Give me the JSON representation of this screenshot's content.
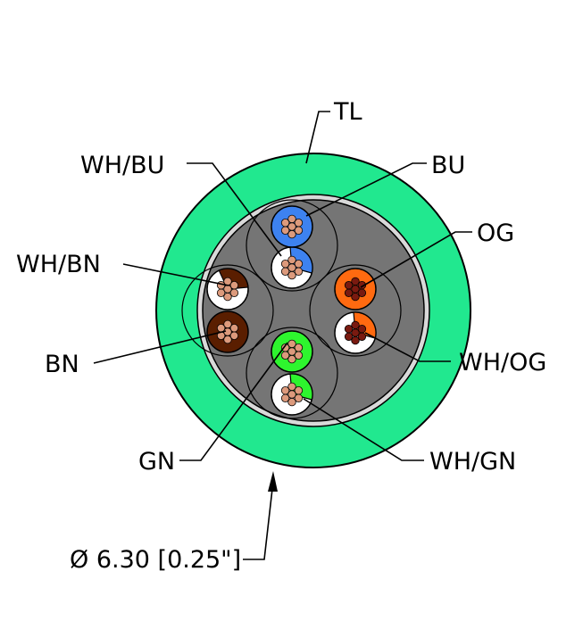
{
  "cable": {
    "jacket_label": "TL",
    "diameter_label": "Ø 6.30 [0.25\"]",
    "colors": {
      "jacket": "#21e88f",
      "core_fill": "#757575",
      "shield": "#d9d9d9",
      "copper": "#dc9a7c",
      "copper_dark": "#7a1a10",
      "white": "#ffffff",
      "blue": "#3d82f0",
      "orange": "#ff6a10",
      "brown": "#5a1e00",
      "green": "#2ef52e"
    },
    "conductors": [
      {
        "label": "WH/BU",
        "insulation": "white",
        "stripe": "blue"
      },
      {
        "label": "BU",
        "insulation": "blue",
        "stripe": ""
      },
      {
        "label": "OG",
        "insulation": "orange",
        "stripe": ""
      },
      {
        "label": "WH/BN",
        "insulation": "white",
        "stripe": "brown"
      },
      {
        "label": "BN",
        "insulation": "brown",
        "stripe": ""
      },
      {
        "label": "WH/OG",
        "insulation": "white",
        "stripe": "orange"
      },
      {
        "label": "GN",
        "insulation": "green",
        "stripe": ""
      },
      {
        "label": "WH/GN",
        "insulation": "white",
        "stripe": "green"
      }
    ]
  }
}
